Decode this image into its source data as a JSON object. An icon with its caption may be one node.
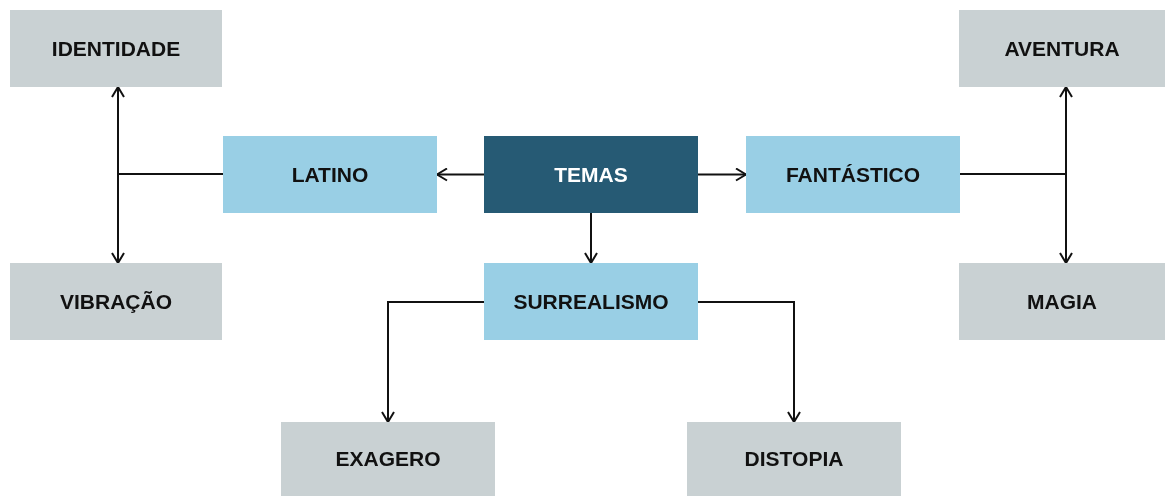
{
  "diagram": {
    "nodes": [
      {
        "text": [
          "IDENTIDADE"
        ]
      },
      {
        "text": [
          "AVENTURA"
        ]
      },
      {
        "text": [
          "LATINO"
        ]
      },
      {
        "text": [
          "TEMAS"
        ]
      },
      {
        "text": [
          "FANTÁSTICO"
        ]
      },
      {
        "text": [
          "VIBRAÇÃO"
        ]
      },
      {
        "text": [
          "SURREALISMO"
        ]
      },
      {
        "text": [
          "MAGIA"
        ]
      },
      {
        "text": [
          "EXAGERO"
        ]
      },
      {
        "text": [
          "DISTOPIA"
        ]
      }
    ],
    "edges": [
      {
        "from": 3,
        "to": 2,
        "arrow": "to"
      },
      {
        "from": 3,
        "to": 4,
        "arrow": "to"
      },
      {
        "from": 3,
        "to": 6,
        "arrow": "to"
      },
      {
        "from": 2,
        "to": 0,
        "arrow": "to"
      },
      {
        "from": 2,
        "to": 5,
        "arrow": "to"
      },
      {
        "from": 4,
        "to": 1,
        "arrow": "to"
      },
      {
        "from": 4,
        "to": 7,
        "arrow": "to"
      },
      {
        "from": 6,
        "to": 8,
        "arrow": "to"
      },
      {
        "from": 6,
        "to": 9,
        "arrow": "to"
      }
    ]
  }
}
